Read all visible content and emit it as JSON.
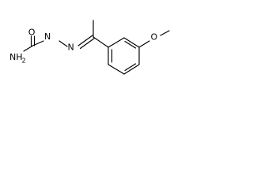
{
  "structure": {
    "atoms": {
      "carbonyl_oxygen": "O",
      "hydrazine_nitrogen_1": "N",
      "hydrazine_nitrogen_2": "N",
      "amide_nitrogen": "NH",
      "amide_subscript": "2",
      "ether_oxygen": "O"
    }
  }
}
